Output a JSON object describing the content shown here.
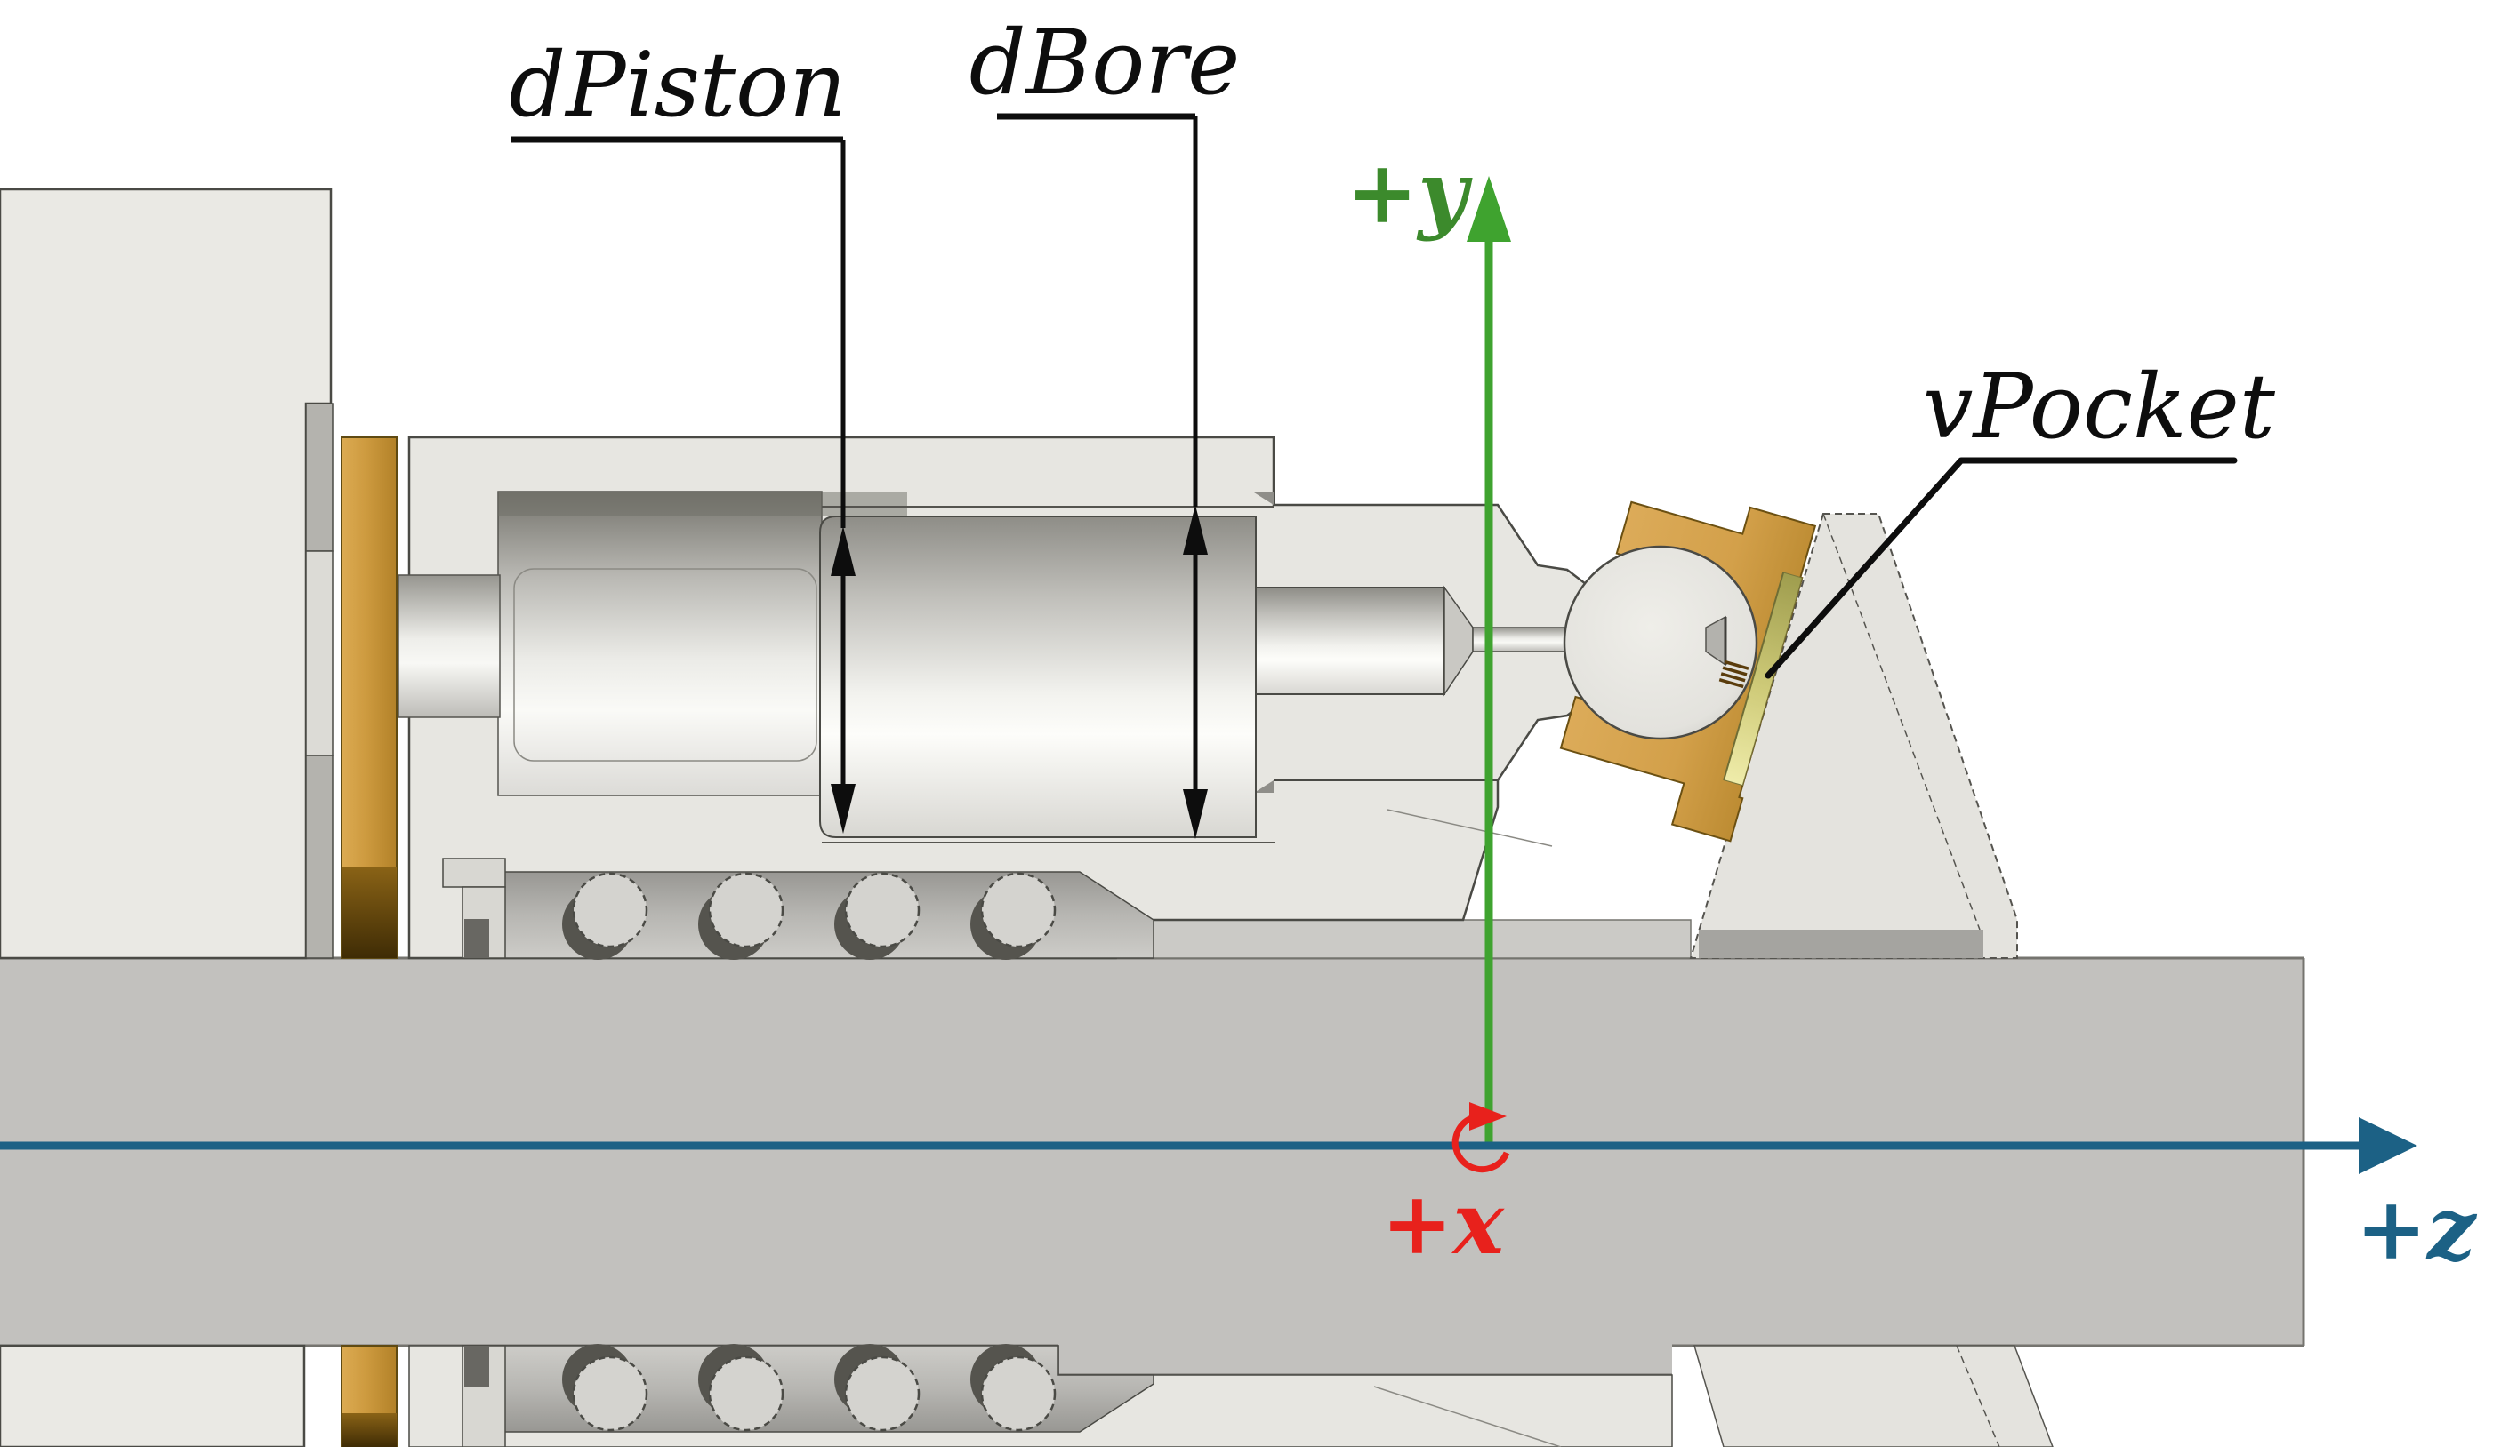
{
  "diagram": {
    "type": "CAD cross-section of axial piston pump",
    "labels": {
      "dim_piston": "dPiston",
      "dim_bore": "dBore",
      "pocket": "vPocket",
      "axis_y": "+y",
      "axis_x": "+x",
      "axis_z": "+z"
    },
    "colors": {
      "axis_y_line": "#3fa32f",
      "axis_y_text": "#3c8a2c",
      "axis_x": "#e8211c",
      "axis_z": "#1c6185",
      "leader": "#0d0d0d",
      "outline": "#4a4a45",
      "housing": "#e7e6e1",
      "block": "#eae9e4",
      "shaft": "#c2c1be",
      "ledge": "#cbcac6",
      "wedge": "#e4e3de",
      "wedge_dark": "#a5a4a0",
      "brass": "#cd9a3f",
      "brass_dark": "#5a3f0a",
      "slipper": "#d3a04a",
      "pocket_strip": "#cfcb79",
      "ball": "#e3e2dd",
      "spring": "#d4d3cf",
      "channel": "#aaa9a5"
    }
  }
}
